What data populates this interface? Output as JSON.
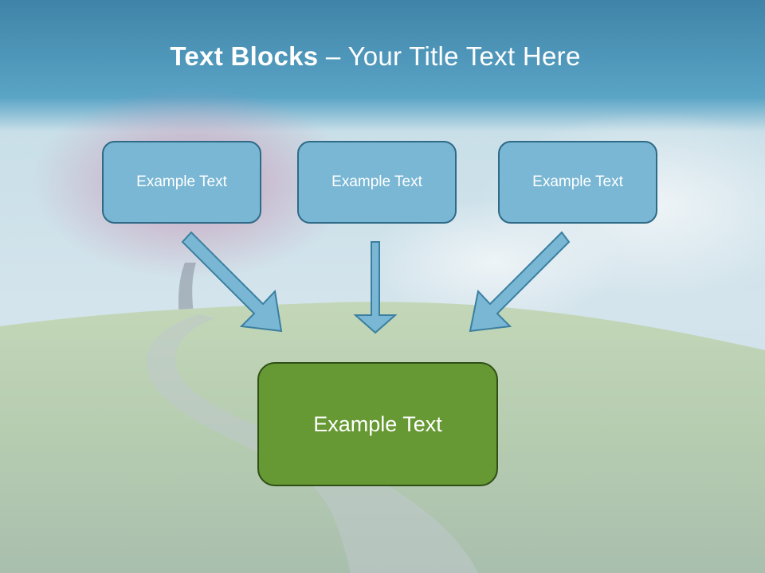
{
  "title": {
    "strong": "Text Blocks",
    "dash": " – ",
    "rest": "Your Title Text Here"
  },
  "top_boxes": [
    "Example Text",
    "Example Text",
    "Example Text"
  ],
  "bottom_box": "Example Text",
  "colors": {
    "top_box_fill": "#79b7d4",
    "top_box_border": "#2f6a86",
    "bottom_box_fill": "#669933",
    "bottom_box_border": "#2f4f17",
    "arrow_fill": "#79b7d4",
    "arrow_border": "#3b7fa0"
  }
}
